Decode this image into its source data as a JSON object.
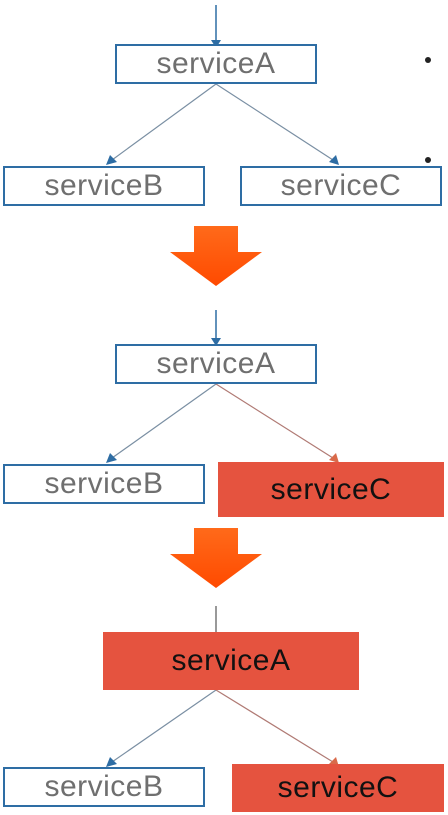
{
  "stages": [
    {
      "service_a": {
        "label": "serviceA",
        "state": "normal"
      },
      "service_b": {
        "label": "serviceB",
        "state": "normal"
      },
      "service_c": {
        "label": "serviceC",
        "state": "normal"
      }
    },
    {
      "service_a": {
        "label": "serviceA",
        "state": "normal"
      },
      "service_b": {
        "label": "serviceB",
        "state": "normal"
      },
      "service_c": {
        "label": "serviceC",
        "state": "failed"
      }
    },
    {
      "service_a": {
        "label": "serviceA",
        "state": "failed"
      },
      "service_b": {
        "label": "serviceB",
        "state": "normal"
      },
      "service_c": {
        "label": "serviceC",
        "state": "failed"
      }
    }
  ],
  "colors": {
    "normal_border": "#2e6da4",
    "failed_fill": "#e5533f",
    "arrow_orange": "#ff5a0f",
    "line_color": "#6d8aa6"
  }
}
